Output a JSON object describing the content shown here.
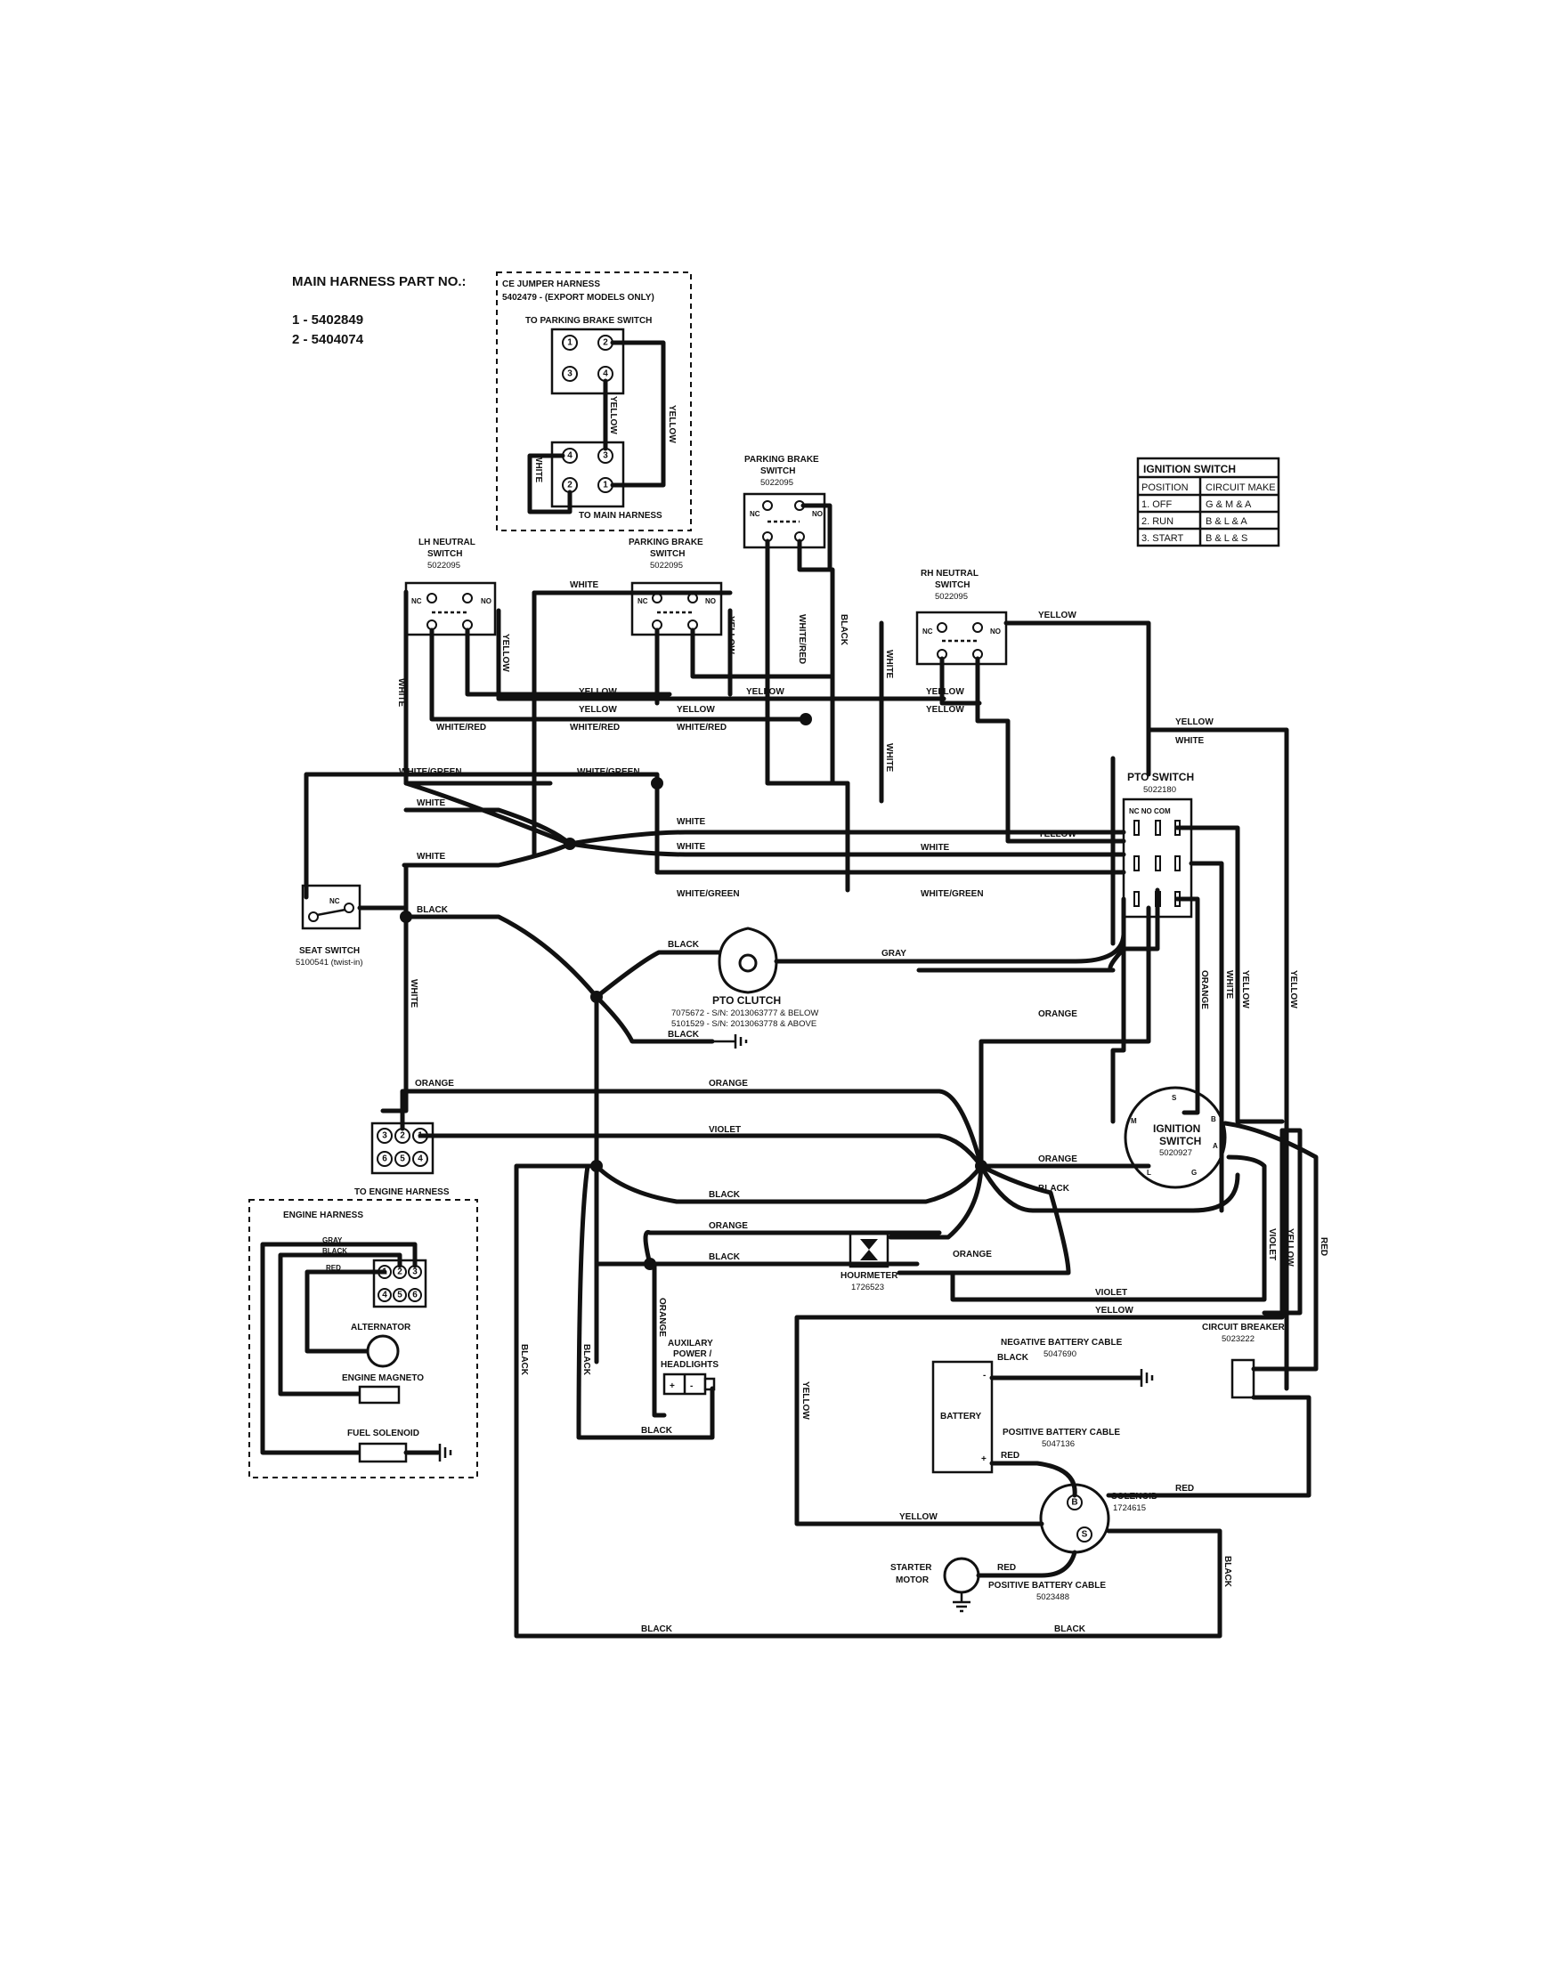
{
  "harness": {
    "title": "MAIN HARNESS PART NO.:",
    "part1": "1 - 5402849",
    "part2": "2 - 5404074"
  },
  "ce_jumper": {
    "title": "CE JUMPER HARNESS",
    "subtitle": "5402479 - (EXPORT MODELS ONLY)",
    "to_parking": "TO PARKING BRAKE SWITCH",
    "to_main": "TO MAIN HARNESS"
  },
  "components": {
    "parking_brake_top": {
      "name1": "PARKING BRAKE",
      "name2": "SWITCH",
      "part": "5022095"
    },
    "lh_neutral": {
      "name1": "LH NEUTRAL",
      "name2": "SWITCH",
      "part": "5022095"
    },
    "parking_brake_mid": {
      "name1": "PARKING BRAKE",
      "name2": "SWITCH",
      "part": "5022095"
    },
    "rh_neutral": {
      "name1": "RH NEUTRAL",
      "name2": "SWITCH",
      "part": "5022095"
    },
    "pto_switch": {
      "name": "PTO SWITCH",
      "part": "5022180",
      "terms": "NC  NO COM"
    },
    "seat_switch": {
      "name": "SEAT SWITCH",
      "part": "5100541 (twist-in)"
    },
    "pto_clutch": {
      "name": "PTO CLUTCH",
      "part1": "7075672 - S/N: 2013063777 & BELOW",
      "part2": "5101529 - S/N: 2013063778 & ABOVE"
    },
    "engine_connector": {
      "label": "TO ENGINE HARNESS"
    },
    "ignition_switch": {
      "name1": "IGNITION",
      "name2": "SWITCH",
      "part": "5020927"
    },
    "hourmeter": {
      "name": "HOURMETER",
      "part": "1726523"
    },
    "auxiliary": {
      "name1": "AUXILARY",
      "name2": "POWER /",
      "name3": "HEADLIGHTS"
    },
    "circuit_breaker": {
      "name": "CIRCUIT BREAKER",
      "part": "5023222"
    },
    "neg_cable": {
      "name": "NEGATIVE BATTERY CABLE",
      "part": "5047690"
    },
    "pos_cable": {
      "name": "POSITIVE BATTERY CABLE",
      "part": "5047136"
    },
    "battery": {
      "name": "BATTERY"
    },
    "solenoid": {
      "name": "SOLENOID",
      "part": "1724615"
    },
    "starter": {
      "name1": "STARTER",
      "name2": "MOTOR"
    },
    "pos_cable2": {
      "name": "POSITIVE BATTERY CABLE",
      "part": "5023488"
    }
  },
  "engine_harness": {
    "title": "ENGINE HARNESS",
    "alternator": "ALTERNATOR",
    "magneto": "ENGINE MAGNETO",
    "fuel": "FUEL SOLENOID"
  },
  "ignition_table": {
    "title": "IGNITION SWITCH",
    "headers": [
      "POSITION",
      "CIRCUIT MAKE"
    ],
    "rows": [
      [
        "1. OFF",
        "G & M & A"
      ],
      [
        "2. RUN",
        "B & L & A"
      ],
      [
        "3. START",
        "B & L & S"
      ]
    ]
  },
  "wires": {
    "white": "WHITE",
    "yellow": "YELLOW",
    "black": "BLACK",
    "orange": "ORANGE",
    "violet": "VIOLET",
    "red": "RED",
    "gray": "GRAY",
    "white_red": "WHITE/RED",
    "white_green": "WHITE/GREEN"
  },
  "terminals": {
    "nc": "NC",
    "no": "NO",
    "s": "S",
    "b": "B",
    "a": "A",
    "g": "G",
    "l": "L",
    "m": "M",
    "plus": "+",
    "minus": "-",
    "n1": "1",
    "n2": "2",
    "n3": "3",
    "n4": "4",
    "n5": "5",
    "n6": "6"
  }
}
